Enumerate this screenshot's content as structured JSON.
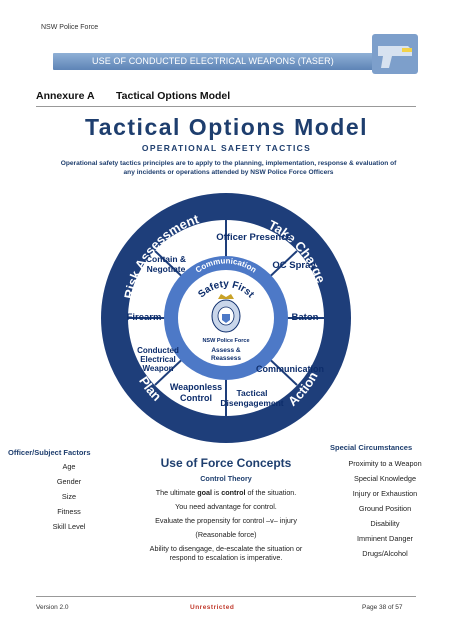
{
  "header": {
    "org": "NSW Police Force",
    "banner": "USE OF CONDUCTED ELECTRICAL WEAPONS (TASER)",
    "icon": "taser-icon"
  },
  "annex": {
    "label": "Annexure A",
    "title": "Tactical Options Model"
  },
  "main_title": "Tactical Options Model",
  "sub_title": "OPERATIONAL SAFETY TACTICS",
  "intro": "Operational safety tactics principles are to apply to the planning, implementation, response & evaluation of any incidents or operations attended by NSW Police Force Officers",
  "wheel": {
    "outer": {
      "top_left": "Risk Assessment",
      "top_right": "Take Charge",
      "bottom_left": "Plan",
      "bottom_right": "Action"
    },
    "options": {
      "officer_presence": "Officer Presence",
      "oc_spray": "OC Spray",
      "baton": "Baton",
      "communication": "Communication",
      "tactical_1": "Tactical",
      "tactical_2": "Disengagement",
      "weaponless_1": "Weaponless",
      "weaponless_2": "Control",
      "conducted_1": "Conducted",
      "conducted_2": "Electrical",
      "conducted_3": "Weapon",
      "firearm": "Firearm",
      "contain_1": "Contain &",
      "contain_2": "Negotiate"
    },
    "centre": {
      "communication": "Communication",
      "safety_first": "Safety First",
      "org": "NSW Police Force",
      "assess_1": "Assess &",
      "assess_2": "Reassess"
    },
    "colors": {
      "dark": "#1e3e7a",
      "mid": "#4d79c7",
      "light": "#ffffff",
      "text": "#0d2d6b"
    }
  },
  "left_panel": {
    "heading": "Officer/Subject Factors",
    "items": [
      "Age",
      "Gender",
      "Size",
      "Fitness",
      "Skill Level"
    ]
  },
  "middle_panel": {
    "heading": "Use of Force Concepts",
    "sub": "Control Theory",
    "goal_pre": "The ultimate ",
    "goal_b1": "goal",
    "goal_mid": " is ",
    "goal_b2": "control",
    "goal_post": " of the situation.",
    "lines": [
      "You need advantage for control.",
      "Evaluate the propensity for control –v– injury",
      "(Reasonable force)",
      "Ability to disengage, de-escalate the situation or respond to escalation is imperative."
    ]
  },
  "right_panel": {
    "heading": "Special Circumstances",
    "items": [
      "Proximity to a Weapon",
      "Special Knowledge",
      "Injury or Exhaustion",
      "Ground Position",
      "Disability",
      "Imminent Danger",
      "Drugs/Alcohol"
    ]
  },
  "footer": {
    "version": "Version 2.0",
    "classification": "Unrestricted",
    "page": "Page 38 of 57"
  }
}
